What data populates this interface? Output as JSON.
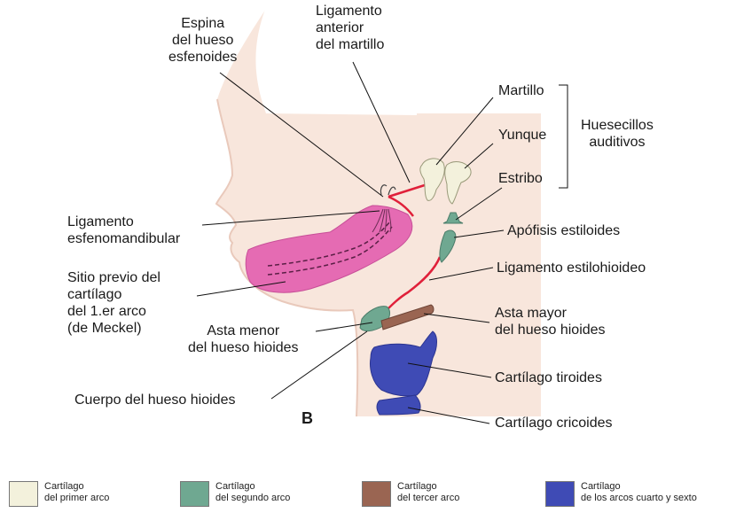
{
  "figure_letter": "B",
  "labels": {
    "espina": [
      "Espina",
      "del hueso",
      "esfenoides"
    ],
    "lig_anterior": [
      "Ligamento",
      "anterior",
      "del martillo"
    ],
    "martillo": "Martillo",
    "yunque": "Yunque",
    "estribo": "Estribo",
    "huesecillos": [
      "Huesecillos",
      "auditivos"
    ],
    "lig_esfeno": [
      "Ligamento",
      "esfenomandibular"
    ],
    "sitio": [
      "Sitio previo del",
      "cartílago",
      "del 1.er arco",
      "(de Meckel)"
    ],
    "apofisis": "Apófisis estiloides",
    "lig_estilo": "Ligamento estilohioideo",
    "asta_menor": [
      "Asta menor",
      "del hueso hioides"
    ],
    "asta_mayor": [
      "Asta mayor",
      "del hueso hioides"
    ],
    "tiroides": "Cartílago tiroides",
    "cuerpo": "Cuerpo del hueso hioides",
    "cricoides": "Cartílago cricoides"
  },
  "legend": [
    {
      "line1": "Cartílago",
      "line2": "del primer arco",
      "color": "#f3f1dc"
    },
    {
      "line1": "Cartílago",
      "line2": "del segundo arco",
      "color": "#6fa891"
    },
    {
      "line1": "Cartílago",
      "line2": "del tercer arco",
      "color": "#9a6552"
    },
    {
      "line1": "Cartílago",
      "line2": "de los arcos cuarto y sexto",
      "color": "#3f4bb5"
    }
  ],
  "colors": {
    "first_arch_mandible": "#e56bb3",
    "ligament_red": "#e0203a",
    "skin": "#f8e6dc"
  }
}
